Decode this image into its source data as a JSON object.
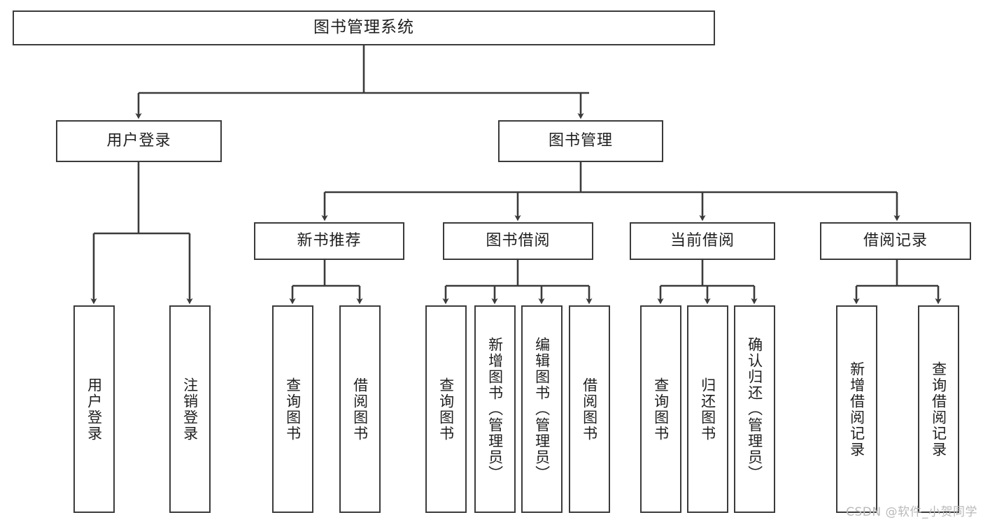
{
  "diagram": {
    "title": "图书管理系统",
    "type": "tree-hierarchy",
    "root": {
      "label": "图书管理系统"
    },
    "level1": [
      {
        "label": "用户登录"
      },
      {
        "label": "图书管理"
      }
    ],
    "level2": [
      {
        "label": "新书推荐"
      },
      {
        "label": "图书借阅"
      },
      {
        "label": "当前借阅"
      },
      {
        "label": "借阅记录"
      }
    ],
    "leaves": [
      {
        "label": "用户登录",
        "parent": "用户登录"
      },
      {
        "label": "注销登录",
        "parent": "用户登录"
      },
      {
        "label": "查询图书",
        "parent": "新书推荐"
      },
      {
        "label": "借阅图书",
        "parent": "新书推荐"
      },
      {
        "label": "查询图书",
        "parent": "图书借阅"
      },
      {
        "label": "新增图书（管理员）",
        "parent": "图书借阅"
      },
      {
        "label": "编辑图书（管理员）",
        "parent": "图书借阅"
      },
      {
        "label": "借阅图书",
        "parent": "图书借阅"
      },
      {
        "label": "查询图书",
        "parent": "当前借阅"
      },
      {
        "label": "归还图书",
        "parent": "当前借阅"
      },
      {
        "label": "确认归还（管理员）",
        "parent": "当前借阅"
      },
      {
        "label": "新增借阅记录",
        "parent": "借阅记录"
      },
      {
        "label": "查询借阅记录",
        "parent": "借阅记录"
      }
    ]
  },
  "watermark": {
    "text": "CSDN @软件_小贺同学"
  },
  "colors": {
    "stroke": "#3b3b3b",
    "background": "#ffffff",
    "text": "#1f1f1f",
    "watermark": "#b9b9b9"
  }
}
